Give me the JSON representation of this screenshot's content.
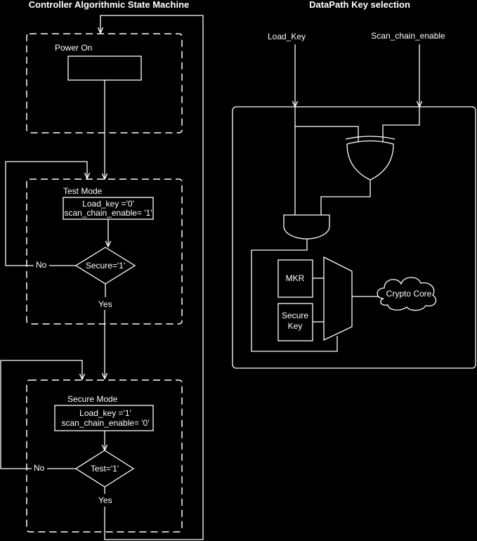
{
  "left_panel": {
    "title": "Controller Algorithmic State Machine",
    "power_on": {
      "label": "Power On"
    },
    "test_mode": {
      "label": "Test Mode",
      "action_line1": "Load_key ='0'",
      "action_line2": "scan_chain_enable= '1'",
      "decision": "Secure='1'",
      "no_label": "No",
      "yes_label": "Yes"
    },
    "secure_mode": {
      "label": "Secure Mode",
      "action_line1": "Load_key ='1'",
      "action_line2": "scan_chain_enable= '0'",
      "decision": "Test='1'",
      "no_label": "No",
      "yes_label": "Yes"
    }
  },
  "right_panel": {
    "title": "DataPath Key selection",
    "input_load_key": "Load_Key",
    "input_scan_chain": "Scan_chain_enable",
    "mkr": "MKR",
    "secure_key_line1": "Secure",
    "secure_key_line2": "Key",
    "crypto_core": "Crypto Core"
  }
}
